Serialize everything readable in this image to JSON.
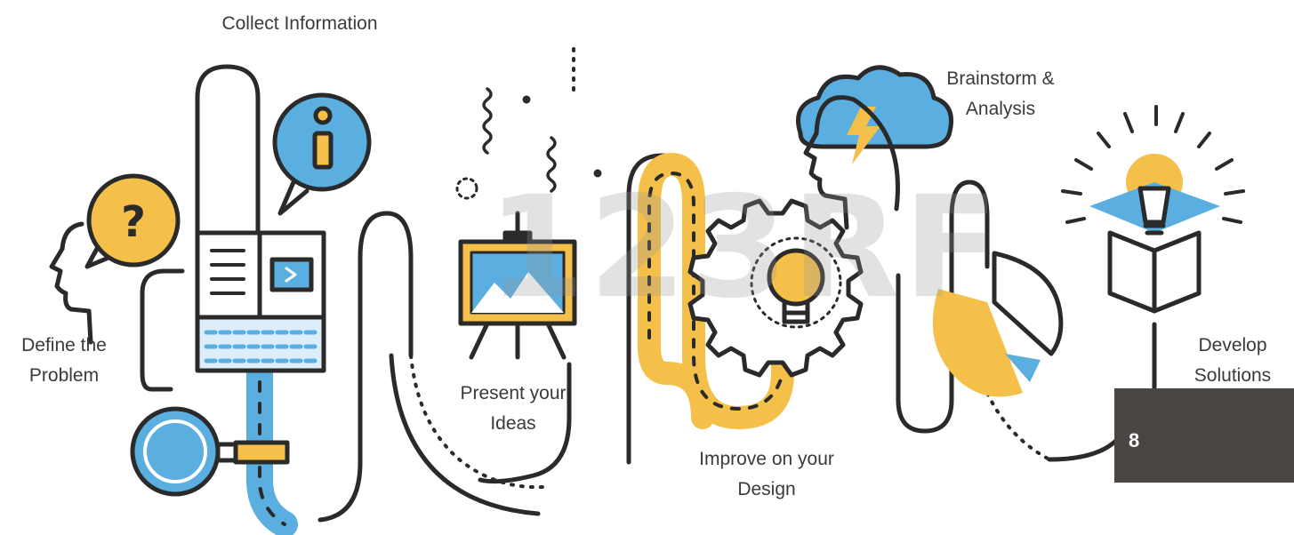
{
  "steps": {
    "collect_information": [
      "Collect Information"
    ],
    "define_problem": [
      "Define the",
      "Problem"
    ],
    "present_ideas": [
      "Present your",
      "Ideas"
    ],
    "improve_design": [
      "Improve on your",
      "Design"
    ],
    "brainstorm_analysis": [
      "Brainstorm &",
      "Analysis"
    ],
    "develop_solutions": [
      "Develop",
      "Solutions"
    ]
  },
  "icons": {
    "question_mark": "?",
    "info": "i"
  },
  "watermark": "123RF",
  "slide_badge": "8",
  "colors": {
    "yellow": "#f5c04a",
    "blue": "#5aaee0",
    "line": "#2a2a2a",
    "badge": "#4a4644"
  }
}
